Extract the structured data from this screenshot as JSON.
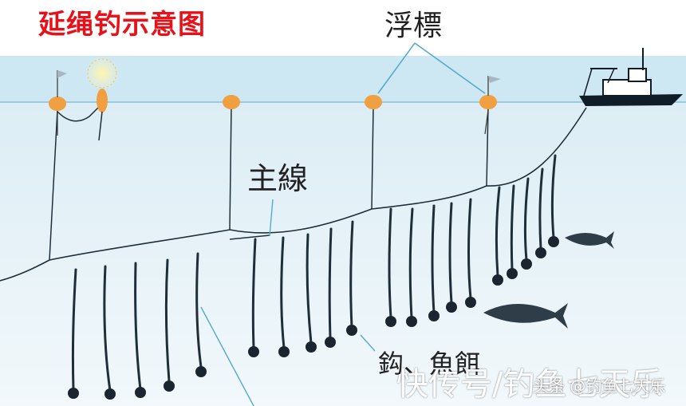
{
  "title": "延绳钓示意图",
  "labels": {
    "float": "浮標",
    "main_line": "主線",
    "hook_bait": "鈎、魚餌"
  },
  "watermark": {
    "text": "快传号/钓鱼七天乐",
    "source": "头条 @钓鱼七天乐"
  },
  "colors": {
    "title": "#e8111a",
    "sky": "#c8e6f3",
    "water": "#e6f2f8",
    "float": "#f0a040",
    "line": "#1f2f3a"
  },
  "icons": [
    "flag-icon",
    "float-icon",
    "light-buoy-icon",
    "boat-icon",
    "hook-icon",
    "fish-icon"
  ]
}
